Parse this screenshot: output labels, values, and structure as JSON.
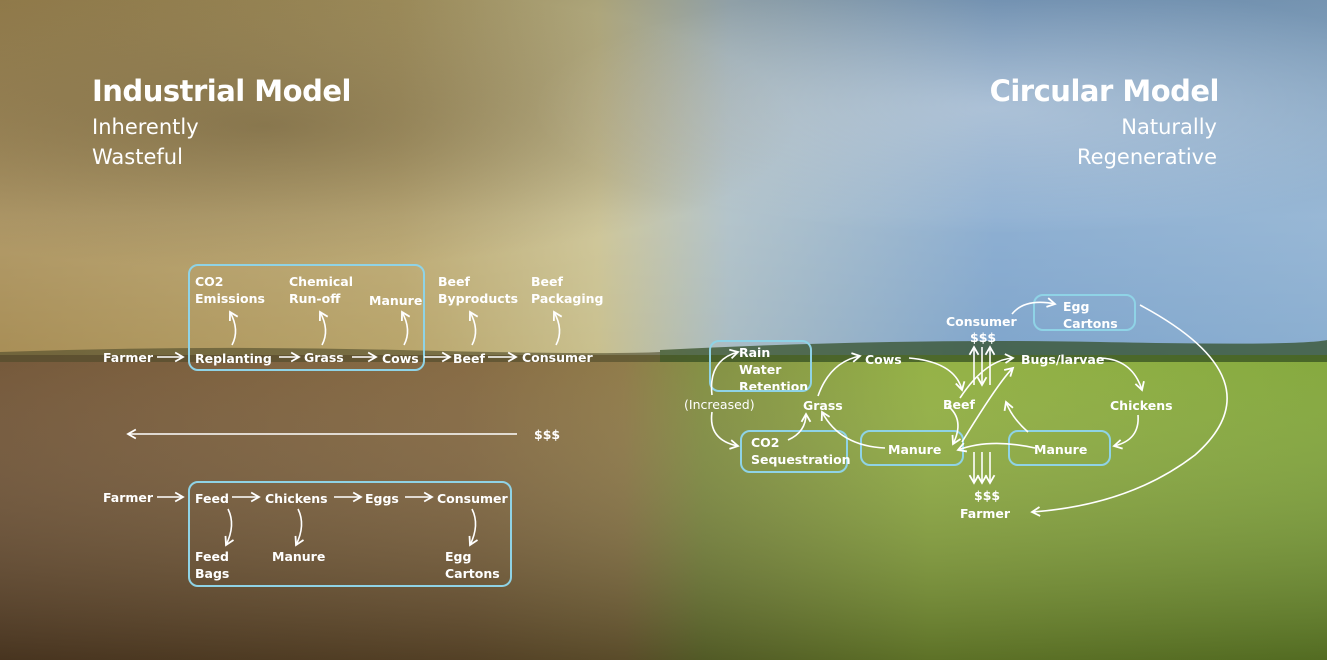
{
  "industrial": {
    "title": "Industrial Model",
    "subtitle_line1": "Inherently",
    "subtitle_line2": "Wasteful",
    "beef_flow": [
      "Farmer",
      "Replanting",
      "Grass",
      "Cows",
      "Beef",
      "Consumer"
    ],
    "beef_waste": [
      "CO2 Emissions",
      "Chemical Run-off",
      "Manure",
      "Beef Byproducts",
      "Beef Packaging"
    ],
    "money": "$$$",
    "chicken_flow": [
      "Farmer",
      "Feed",
      "Chickens",
      "Eggs",
      "Consumer"
    ],
    "chicken_waste": [
      "Feed Bags",
      "Manure",
      "Egg Cartons"
    ]
  },
  "circular": {
    "title": "Circular Model",
    "subtitle_line1": "Naturally",
    "subtitle_line2": "Regenerative",
    "nodes": {
      "rain": "Rain Water Retention",
      "increased": "(Increased)",
      "grass": "Grass",
      "co2": "CO2 Sequestration",
      "cows": "Cows",
      "beef": "Beef",
      "manure1": "Manure",
      "consumer": "Consumer",
      "consumer_money": "$$$",
      "egg_cartons": "Egg Cartons",
      "bugs": "Bugs/larvae",
      "chickens": "Chickens",
      "manure2": "Manure",
      "farmer_money": "$$$",
      "farmer": "Farmer"
    }
  },
  "colors": {
    "box_border": "#8fd3e6",
    "text": "#ffffff",
    "arid": "#a98f55",
    "sky": "#6f9fcf",
    "grass": "#8fb03c"
  }
}
